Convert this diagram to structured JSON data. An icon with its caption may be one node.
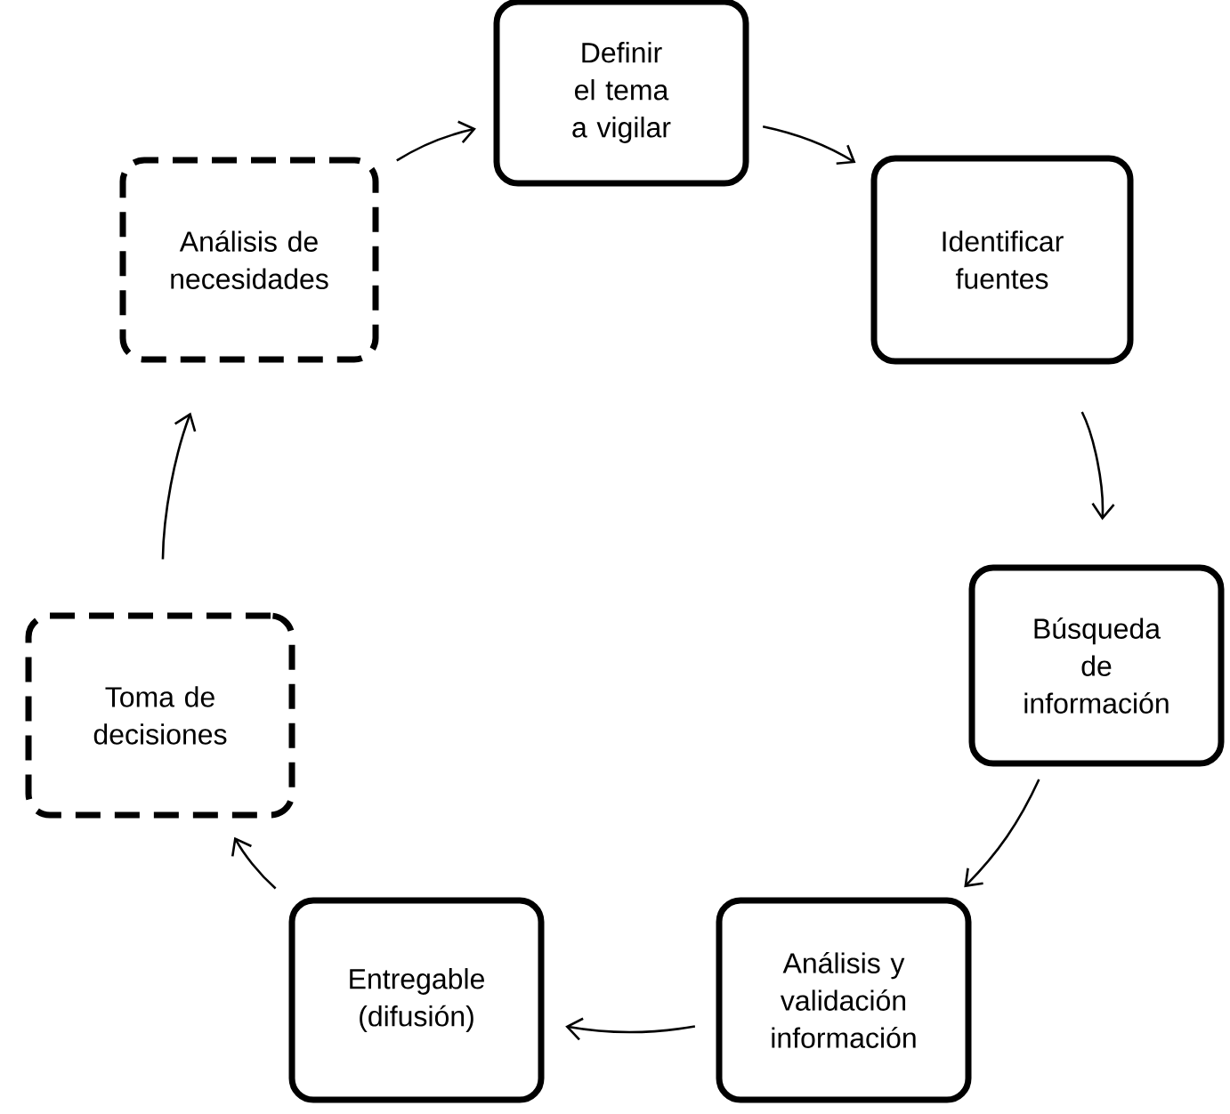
{
  "diagram": {
    "nodes": [
      {
        "text": [
          "Definir el tema a vigilar"
        ]
      },
      {
        "text": [
          "Identificar fuentes"
        ]
      },
      {
        "text": [
          "Búsqueda de información"
        ]
      },
      {
        "text": [
          "Análisis y validación información"
        ]
      },
      {
        "text": [
          "Entregable (difusión)"
        ]
      },
      {
        "text": [
          "Toma de decisiones"
        ]
      },
      {
        "text": [
          "Análisis de necesidades"
        ]
      }
    ],
    "edges": [
      {
        "from": 0,
        "to": 1,
        "arrow": "to"
      },
      {
        "from": 1,
        "to": 2,
        "arrow": "to"
      },
      {
        "from": 2,
        "to": 3,
        "arrow": "to"
      },
      {
        "from": 3,
        "to": 4,
        "arrow": "to"
      },
      {
        "from": 4,
        "to": 5,
        "arrow": "to"
      },
      {
        "from": 5,
        "to": 6,
        "arrow": "to"
      },
      {
        "from": 6,
        "to": 0,
        "arrow": "to"
      }
    ]
  }
}
